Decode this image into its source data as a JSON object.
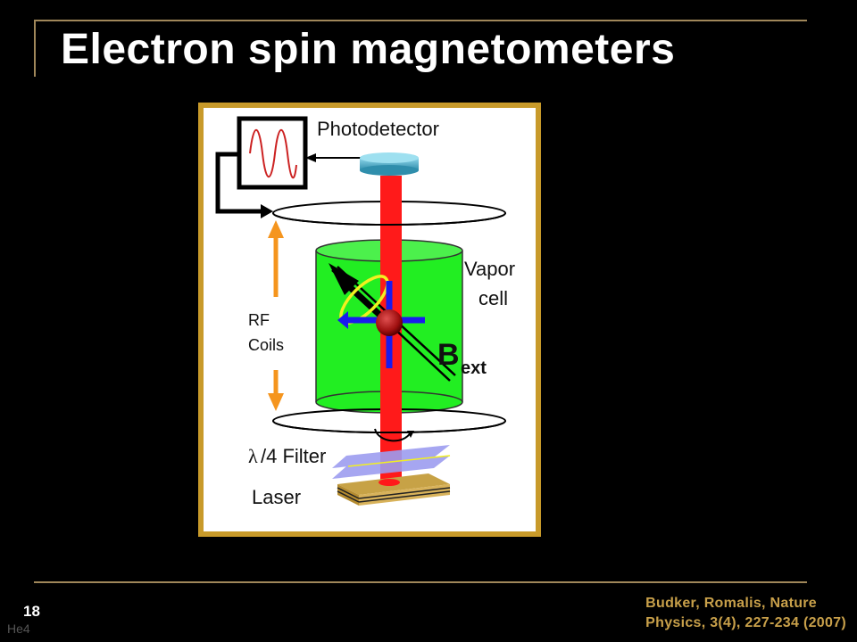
{
  "slide": {
    "title": "Electron spin magnetometers",
    "page_number": "18",
    "section_label": "He4",
    "citation_line1": "Budker, Romalis, Nature",
    "citation_line2": "Physics, 3(4), 227-234 (2007)"
  },
  "diagram": {
    "photodetector_label": "Photodetector",
    "vapor_label_line1": "Vapor",
    "vapor_label_line2": "cell",
    "rf_label_line1": "RF",
    "rf_label_line2": "Coils",
    "field_label": "B",
    "field_subscript": "ext",
    "filter_symbol": "λ",
    "filter_label": "/4 Filter",
    "laser_label": "Laser"
  },
  "colors": {
    "frame": "#c89a2a",
    "beam": "#ff1a1a",
    "cell": "#22ee22",
    "arrow": "#f5951e",
    "detector": "#5fb6d0",
    "citation": "#c8a04a"
  }
}
